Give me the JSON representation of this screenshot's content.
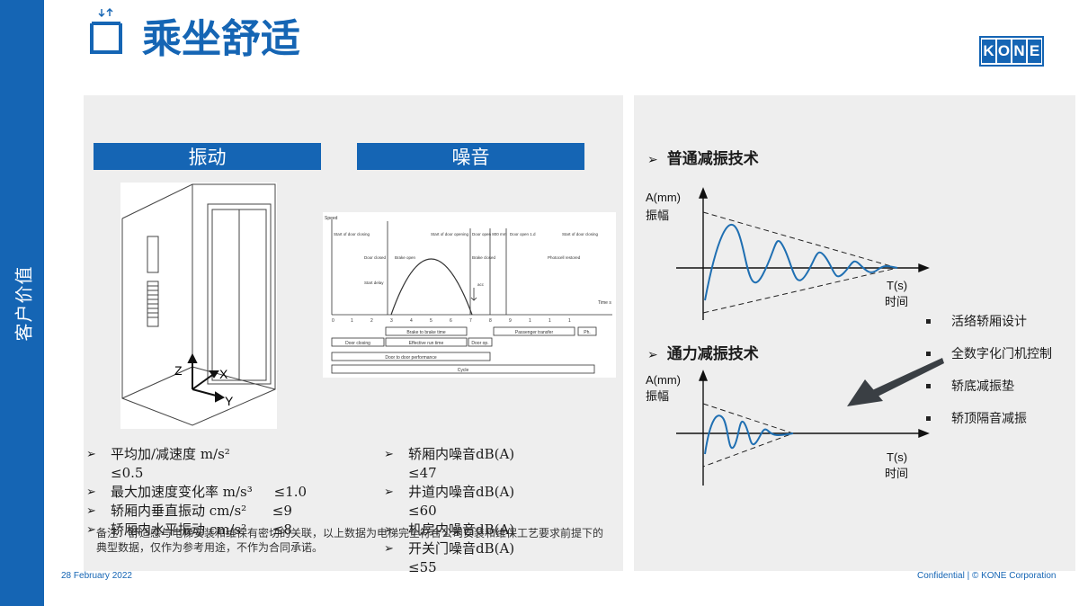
{
  "sidebar": {
    "label": "客户价值"
  },
  "header": {
    "title": "乘坐舒适"
  },
  "logo": {
    "letters": [
      "K",
      "O",
      "N",
      "E"
    ]
  },
  "sections": {
    "vibration": {
      "label": "振动"
    },
    "noise": {
      "label": "噪音"
    }
  },
  "cabin_figure": {
    "axis_labels": [
      "Z",
      "X",
      "Y"
    ]
  },
  "noise_figure": {
    "axis_y": "Speed",
    "axis_x": "Time s",
    "events": [
      "Start of door closing",
      "Door closed",
      "Start delay",
      "Brake open",
      "Start of door opening",
      "Door open 800 mm",
      "Brake closed",
      "Door open 1.d",
      "Photocell restored",
      "Start of door closing"
    ],
    "tick_labels": [
      "0",
      "1",
      "2",
      "3",
      "4",
      "5",
      "6",
      "7",
      "8",
      "9",
      "1",
      "1",
      "1"
    ],
    "acc_label": "acc",
    "phases": [
      "Door closing",
      "Effective run time",
      "Door op.",
      "Passenger transfer",
      "Ph.",
      "Brake to brake time",
      "Door to door performance",
      "Cycle"
    ]
  },
  "vibration_bullets": [
    "平均加/减速度 m/s²\n≤0.5",
    "最大加速度变化率 m/s³     ≤1.0",
    "轿厢内垂直振动 cm/s²      ≤9",
    "轿厢内水平振动 cm/s²      ≤8"
  ],
  "noise_bullets": [
    "轿厢内噪音dB(A)\n≤47",
    "井道内噪音dB(A)\n≤60",
    "机房内噪音dB(A)",
    "开关门噪音dB(A)\n≤55"
  ],
  "note": "备注：舒适感与电梯安装和维保有密切的关联，以上数据为电梯完全符合公司安装和维保工艺要求前提下的典型数据，仅作为参考用途，不作为合同承诺。",
  "right_panel": {
    "section1": "普通减振技术",
    "section2": "通力减振技术",
    "amp_label": "A(mm)",
    "amp_label_cn": "振幅",
    "time_label": "T(s)",
    "time_label_cn": "时间",
    "features": [
      "活络轿厢设计",
      "全数字化门机控制",
      "轿底减振垫",
      "轿顶隔音减振"
    ]
  },
  "footer": {
    "date": "28 February 2022",
    "confidential": "Confidential  |  © KONE Corporation"
  },
  "colors": {
    "brand": "#1565b4",
    "wave": "#1f6fb2",
    "panel": "#eeeeee"
  },
  "icons": {
    "title": "elevator-frame-icon",
    "bullet": "arrowhead-bullet-icon",
    "feature": "square-bullet-icon",
    "callout": "big-arrow-icon"
  }
}
